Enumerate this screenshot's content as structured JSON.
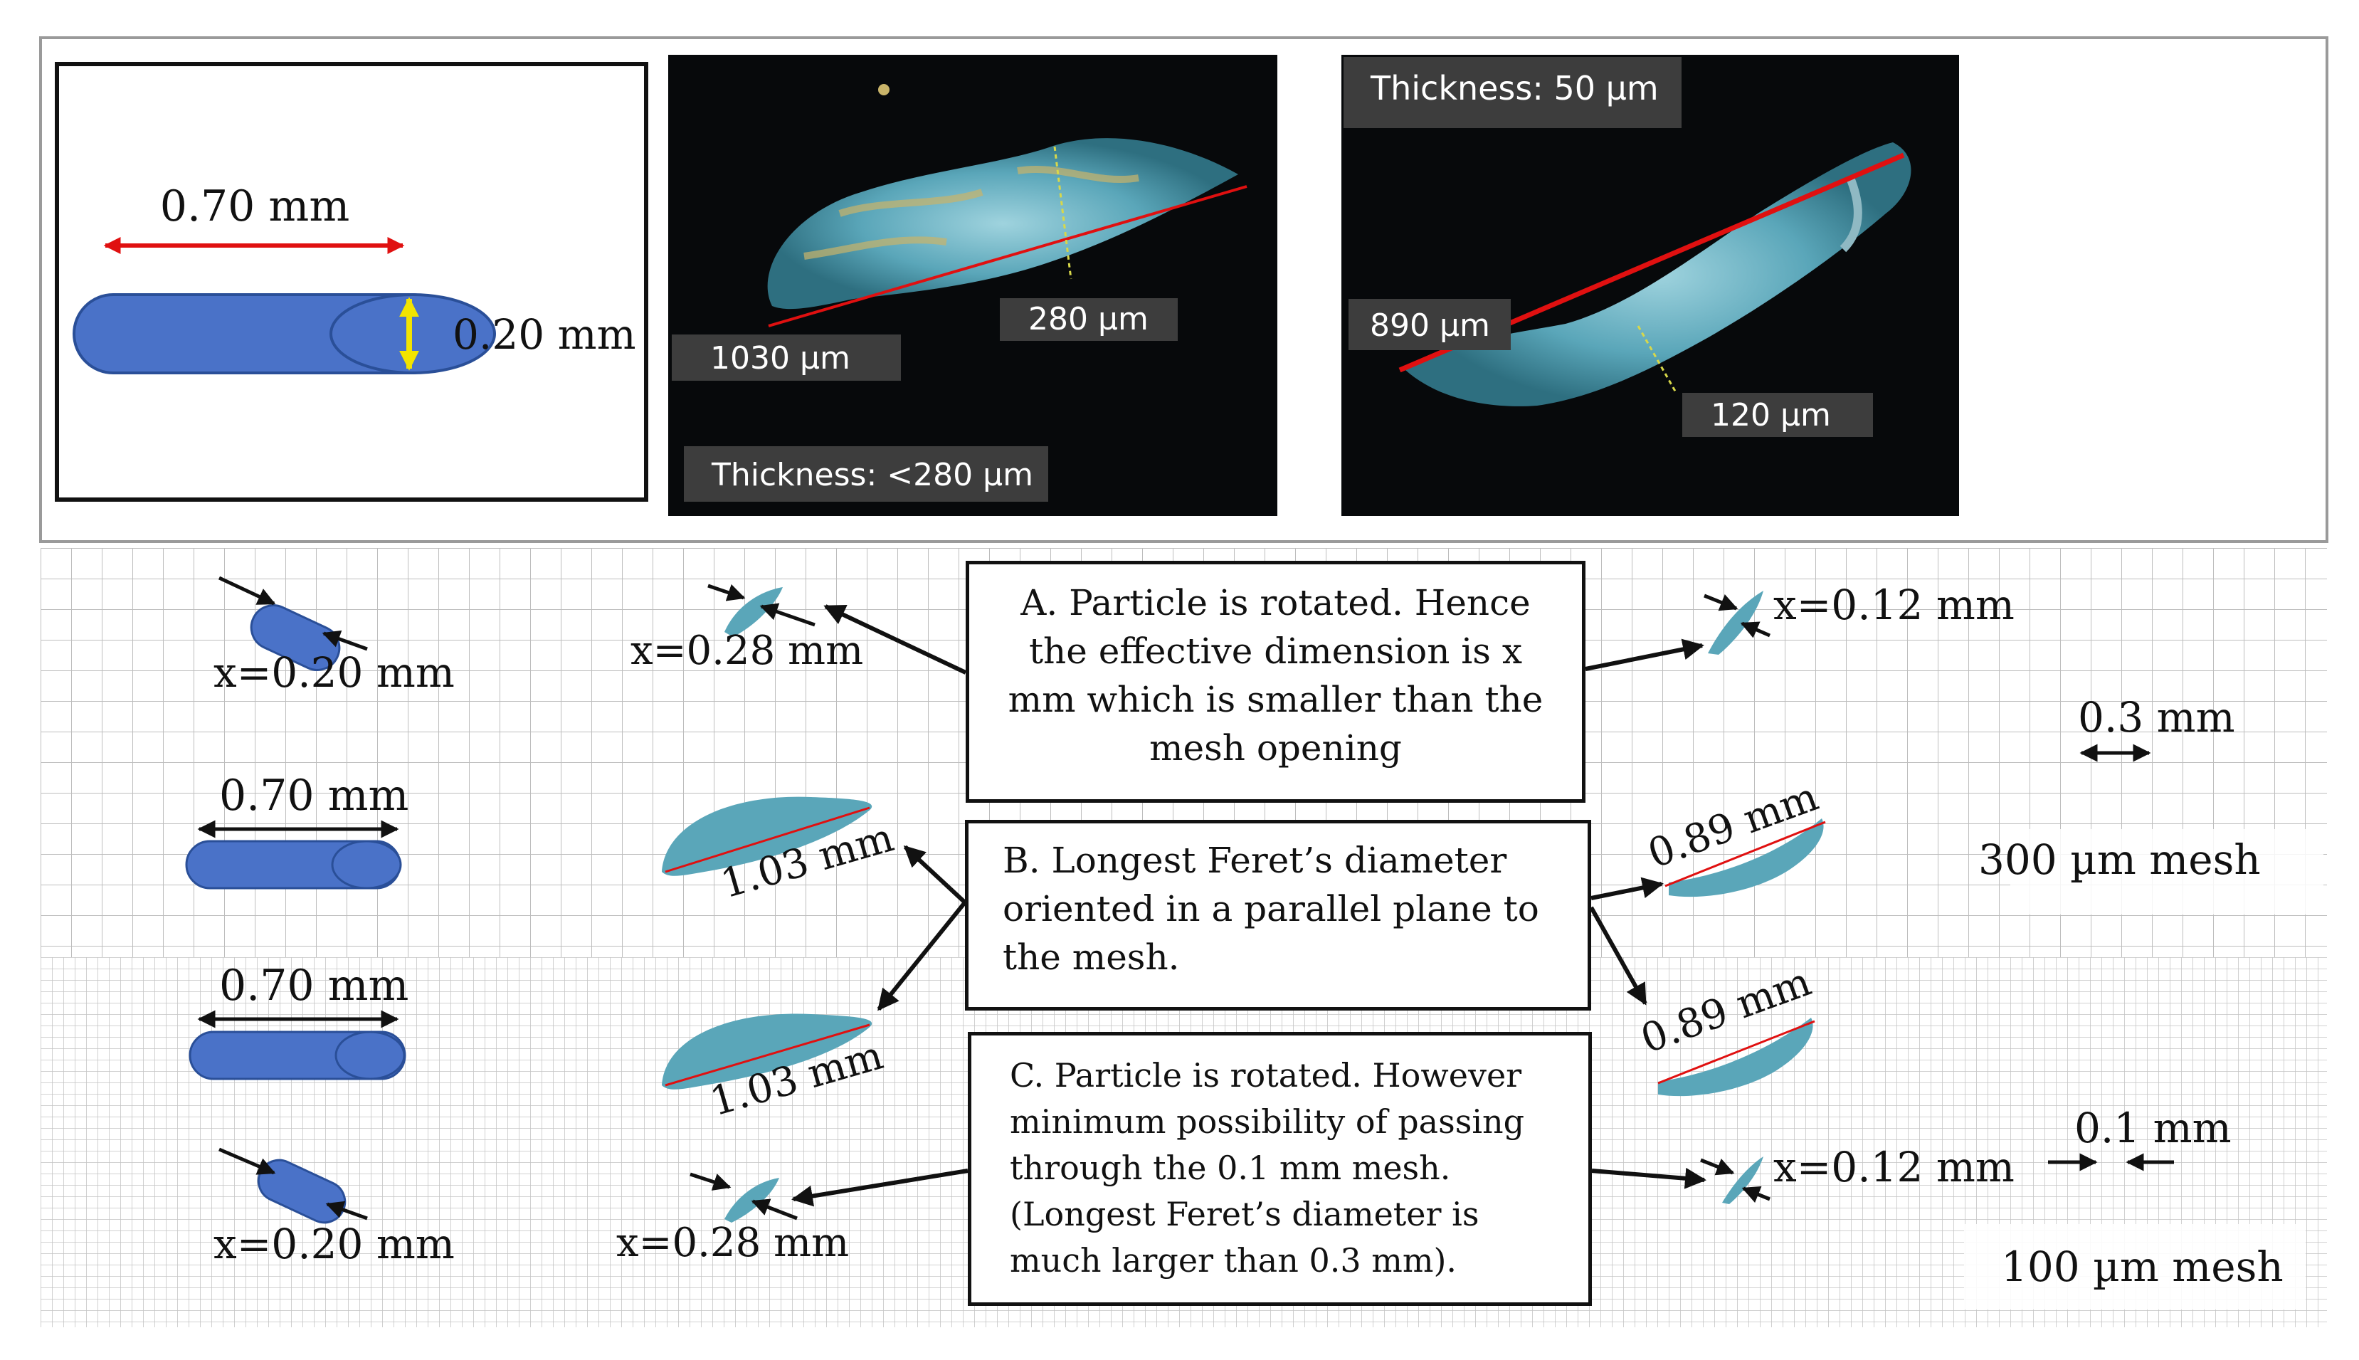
{
  "colors": {
    "particle_blue": "#4a72c8",
    "arrow_red": "#e01010",
    "arrow_yellow": "#f2e400",
    "label_bg": "#3d3d3d",
    "photo_bg": "#07090b",
    "particle_cyan": "#5aa6b9"
  },
  "icons": [
    "double-arrow-icon",
    "pointer-arrow-icon"
  ],
  "schematic": {
    "length_label": "0.70 mm",
    "width_label": "0.20 mm"
  },
  "photo1": {
    "length_label": "1030 µm",
    "width_label": "280 µm",
    "thickness_label": "Thickness: <280 µm"
  },
  "photo2": {
    "thickness_label": "Thickness: 50 µm",
    "length_label": "890 µm",
    "width_label": "120 µm"
  },
  "mesh": {
    "row1_left_label": "x=0.20 mm",
    "row1_mid_label": "x=0.28 mm",
    "row1_right_label": "x=0.12 mm",
    "row2_left_label": "0.70 mm",
    "row2_mid_label": "1.03 mm",
    "row2_right_label": "0.89 mm",
    "row3_left_label": "0.70 mm",
    "row3_mid_label": "1.03 mm",
    "row3_right_label": "0.89 mm",
    "row4_left_label": "x=0.20 mm",
    "row4_mid_label": "x=0.28 mm",
    "row4_right_label": "x=0.12 mm",
    "scale_coarse_label": "0.3 mm",
    "mesh_coarse_label": "300 µm mesh",
    "scale_fine_label": "0.1 mm",
    "mesh_fine_label": "100 µm mesh"
  },
  "boxes": {
    "a_text": "A. Particle is rotated. Hence the effective dimension is x mm which is smaller than the mesh opening",
    "b_text": "B. Longest Feret’s diameter oriented in a parallel plane to the mesh.",
    "c_text": "C. Particle is rotated. However minimum possibility of passing through the 0.1 mm mesh. (Longest Feret’s diameter is much larger than 0.3 mm)."
  }
}
